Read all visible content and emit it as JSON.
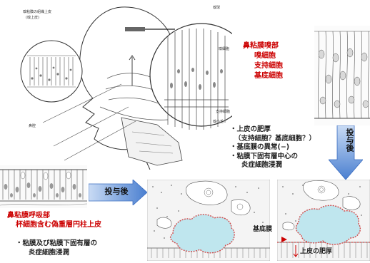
{
  "olfactory_legend": {
    "title": "鼻粘膜嗅部",
    "items": [
      "嗅細胞",
      "支持細胞",
      "基底細胞"
    ],
    "color": "#cc0000"
  },
  "center_findings": [
    "・上皮の肥厚",
    "（支持細胞？基底細胞？）",
    "・基底膜の異常(−)",
    "・粘膜下固有層中心の",
    "炎症細胞浸潤"
  ],
  "respiratory_legend": {
    "title": "鼻粘膜呼吸部",
    "subtitle": "杯細胞含む偽重層円柱上皮",
    "color": "#cc0000"
  },
  "respiratory_findings": [
    "・粘膜及び粘膜下固有層の",
    "炎症細胞浸潤"
  ],
  "arrow_labels": {
    "vertical": "投与後",
    "horizontal": "投与後"
  },
  "bottom_right_labels": {
    "basement_membrane": "基底膜",
    "epithelial_thickening": "上皮の肥厚"
  },
  "sketch_labels": {
    "left_inset_1": "嗅粘膜の組織上皮",
    "left_inset_2": "(嗅上皮)",
    "right_callout_1": "嗅球",
    "right_callout_2": "嗅細胞",
    "right_callout_3": "支持細胞",
    "right_callout_4": "嗅小毛",
    "bottom_label": "鼻腔"
  },
  "colors": {
    "arrow_fill": "#4a7fd0",
    "arrow_light": "#c9dbf4",
    "lesion_fill": "#bfe6ee",
    "lesion_edge": "#d04a4a",
    "red": "#cc0000"
  }
}
